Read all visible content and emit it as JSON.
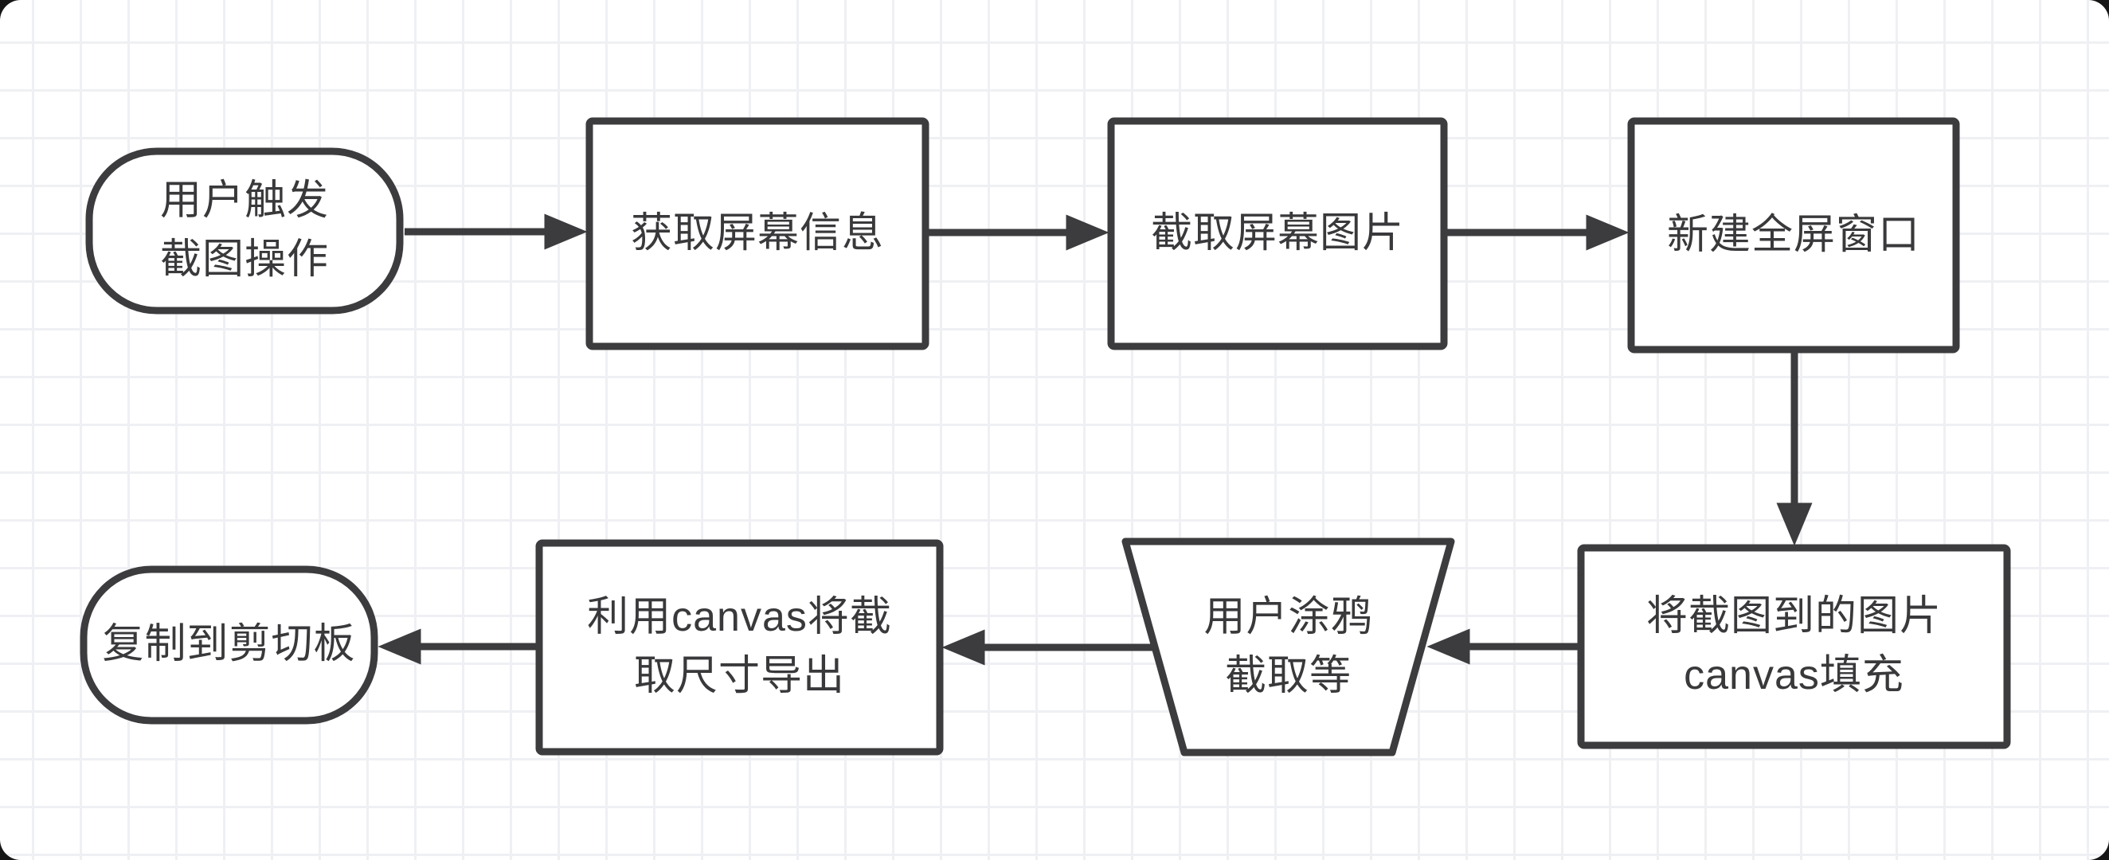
{
  "diagram": {
    "type": "flowchart",
    "colors": {
      "stroke": "#3c3c3f",
      "node_fill": "#ffffff",
      "grid_line": "#eff0f3",
      "canvas_bg": "#ffffff",
      "text": "#39393c"
    },
    "nodes": [
      {
        "id": "user-trigger",
        "shape": "rounded",
        "label": "用户触发\n截图操作"
      },
      {
        "id": "get-screen-info",
        "shape": "rectangle",
        "label": "获取屏幕信息"
      },
      {
        "id": "capture-screen-image",
        "shape": "rectangle",
        "label": "截取屏幕图片"
      },
      {
        "id": "new-fullscreen-window",
        "shape": "rectangle",
        "label": "新建全屏窗口"
      },
      {
        "id": "canvas-fill",
        "shape": "rectangle",
        "label": "将截图到的图片\ncanvas填充"
      },
      {
        "id": "user-doodle",
        "shape": "trapezoid",
        "label": "用户涂鸦\n截取等"
      },
      {
        "id": "canvas-export",
        "shape": "rectangle",
        "label": "利用canvas将截\n取尺寸导出"
      },
      {
        "id": "copy-to-clipboard",
        "shape": "rounded",
        "label": "复制到剪切板"
      }
    ],
    "edges": [
      {
        "from": "user-trigger",
        "to": "get-screen-info",
        "direction": "right"
      },
      {
        "from": "get-screen-info",
        "to": "capture-screen-image",
        "direction": "right"
      },
      {
        "from": "capture-screen-image",
        "to": "new-fullscreen-window",
        "direction": "right"
      },
      {
        "from": "new-fullscreen-window",
        "to": "canvas-fill",
        "direction": "down"
      },
      {
        "from": "canvas-fill",
        "to": "user-doodle",
        "direction": "left"
      },
      {
        "from": "user-doodle",
        "to": "canvas-export",
        "direction": "left"
      },
      {
        "from": "canvas-export",
        "to": "copy-to-clipboard",
        "direction": "left"
      }
    ]
  }
}
